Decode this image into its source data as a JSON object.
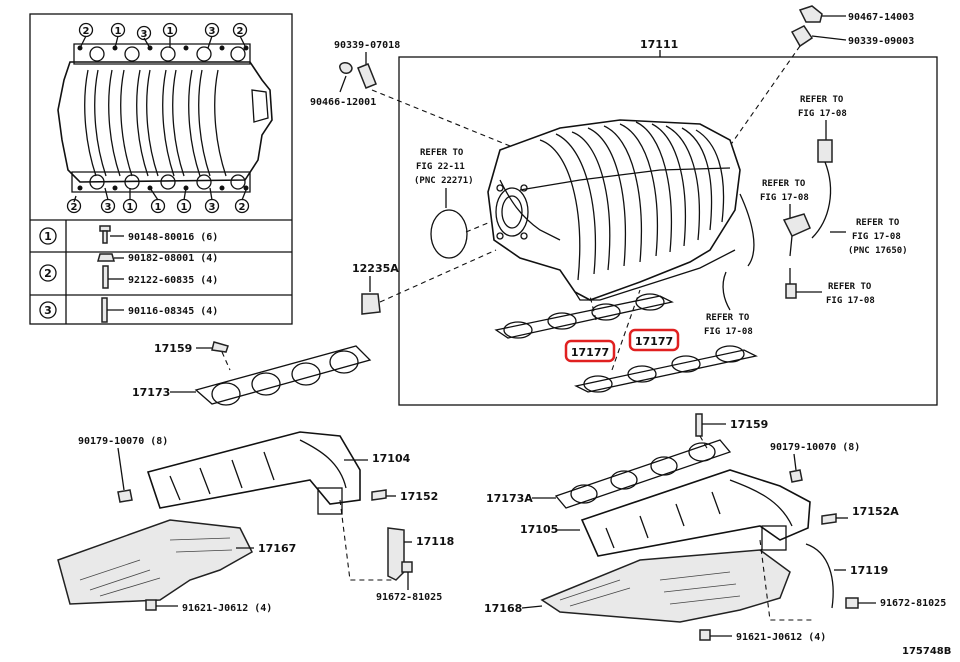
{
  "legend": {
    "circle_numbers": [
      "1",
      "2",
      "3"
    ],
    "rows": [
      {
        "num": "1",
        "parts": [
          "90148-80016 (6)"
        ]
      },
      {
        "num": "2",
        "parts": [
          "90182-08001 (4)",
          "92122-60835 (4)"
        ]
      },
      {
        "num": "3",
        "parts": [
          "90116-08345 (4)"
        ]
      }
    ]
  },
  "callouts": {
    "p90467": "90467-14003",
    "p90339_09003": "90339-09003",
    "p90339_07018": "90339-07018",
    "p17111": "17111",
    "p90466": "90466-12001",
    "refer_22_11": [
      "REFER TO",
      "FIG 22-11",
      "(PNC 22271)"
    ],
    "refer_17_08_a": [
      "REFER TO",
      "FIG 17-08"
    ],
    "refer_17_08_b": [
      "REFER TO",
      "FIG 17-08"
    ],
    "refer_17_08_c": [
      "REFER TO",
      "FIG 17-08",
      "(PNC 17650)"
    ],
    "refer_17_08_d": [
      "REFER TO",
      "FIG 17-08"
    ],
    "refer_17_08_e": [
      "REFER TO",
      "FIG 17-08"
    ],
    "p12235a": "12235A",
    "p17177_a": "17177",
    "p17177_b": "17177",
    "p17159_l": "17159",
    "p17173": "17173",
    "p90179_l": "90179-10070 (8)",
    "p17104": "17104",
    "p17152": "17152",
    "p17167": "17167",
    "p17118": "17118",
    "p91672_l": "91672-81025",
    "p91621_l": "91621-J0612 (4)",
    "p17159_r": "17159",
    "p90179_r": "90179-10070 (8)",
    "p17173a": "17173A",
    "p17152a": "17152A",
    "p17105": "17105",
    "p17119": "17119",
    "p91672_r": "91672-81025",
    "p17168": "17168",
    "p91621_r": "91621-J0612 (4)",
    "figure_id": "175748B"
  },
  "highlight_color": "#e02020"
}
